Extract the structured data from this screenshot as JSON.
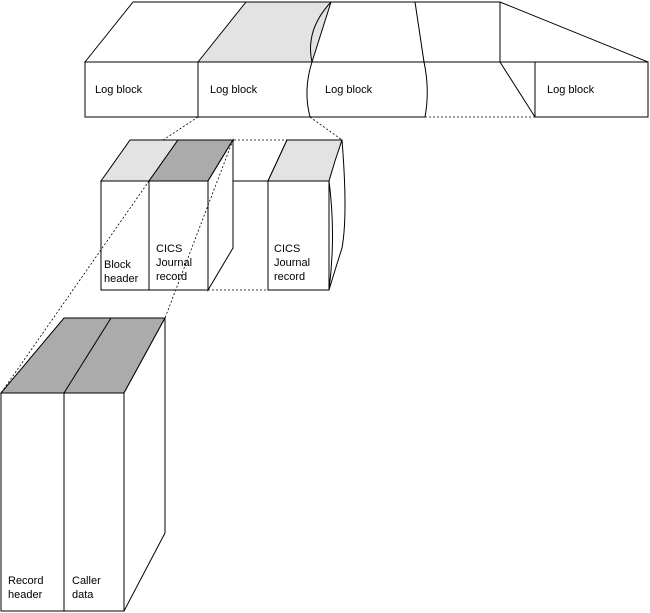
{
  "log_stream": {
    "blocks": [
      {
        "label": "Log block"
      },
      {
        "label": "Log block"
      },
      {
        "label": "Log block"
      },
      {
        "label": "Log block"
      }
    ]
  },
  "log_block_detail": {
    "block_header": [
      "Block",
      "header"
    ],
    "journal_records": [
      [
        "CICS",
        "Journal",
        "record"
      ],
      [
        "CICS",
        "Journal",
        "record"
      ]
    ]
  },
  "journal_record_detail": {
    "record_header": [
      "Record",
      "header"
    ],
    "caller_data": [
      "Caller",
      "data"
    ]
  },
  "colors": {
    "light_fill": "#e3e3e3",
    "dark_fill": "#ababab",
    "line": "#000000"
  }
}
